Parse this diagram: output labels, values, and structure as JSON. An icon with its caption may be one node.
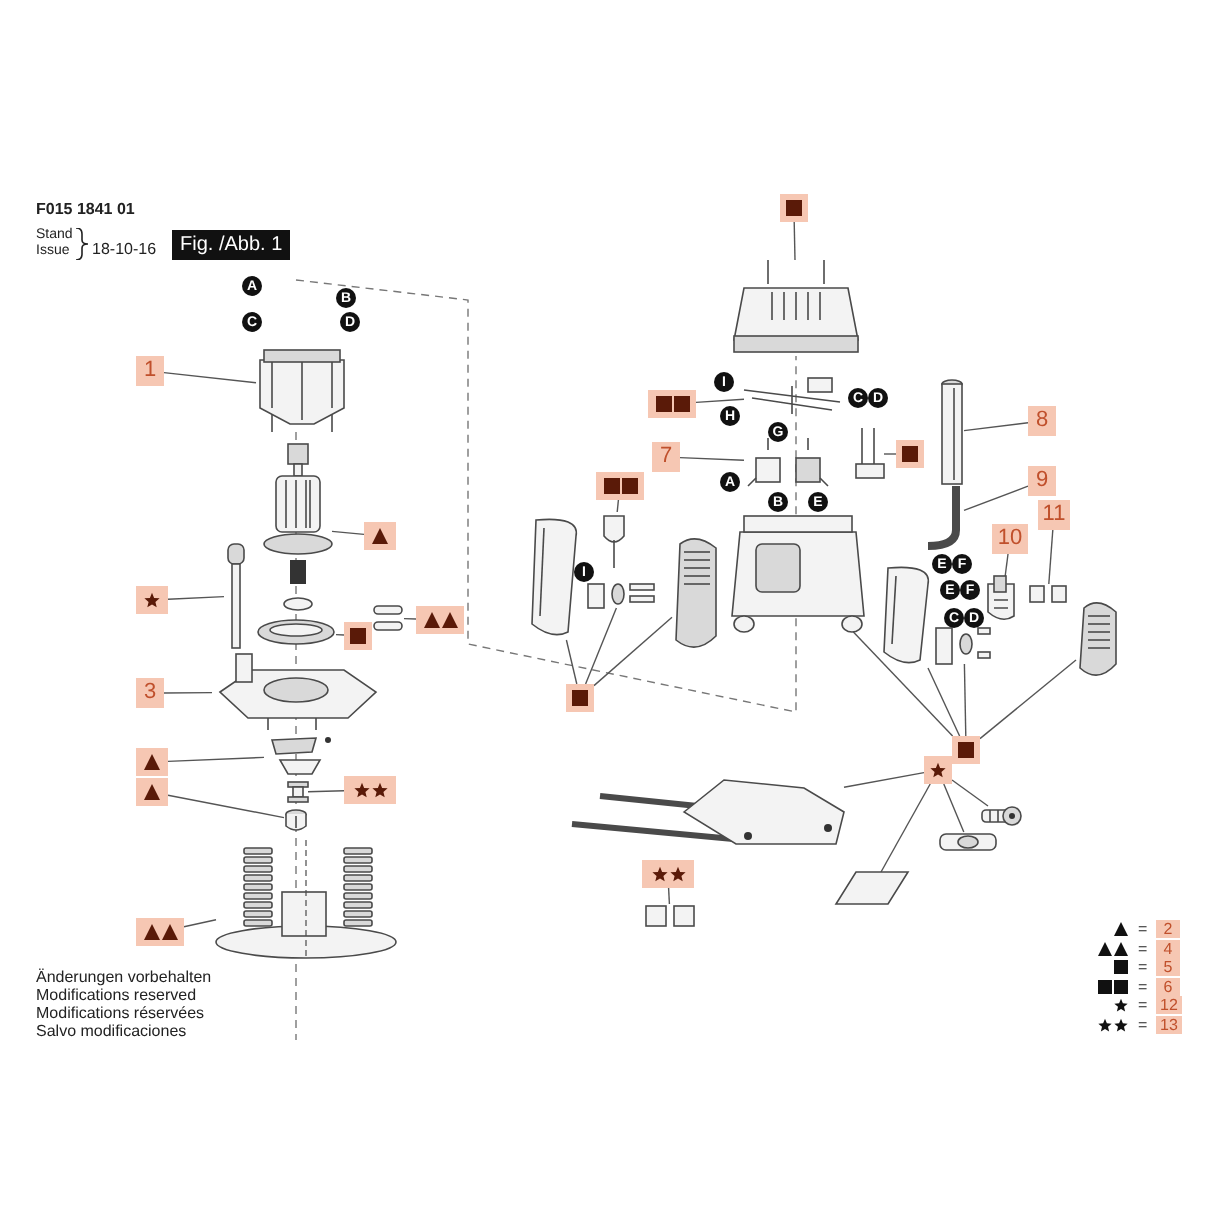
{
  "diagram": {
    "nodes": [
      {
        "text": [
          "1"
        ]
      },
      {
        "text": [],
        "shape": "picture"
      },
      {
        "text": [
          "A"
        ]
      },
      {
        "text": [
          "B"
        ]
      },
      {
        "text": [
          "C"
        ]
      },
      {
        "text": [
          "D"
        ]
      },
      {
        "text": [],
        "shape": "box"
      },
      {
        "text": [],
        "shape": "picture"
      },
      {
        "text": [],
        "shape": "box"
      },
      {
        "text": [],
        "shape": "picture"
      },
      {
        "text": [],
        "shape": "box"
      },
      {
        "text": [],
        "shape": "picture"
      },
      {
        "text": [],
        "shape": "box"
      },
      {
        "text": [],
        "shape": "picture"
      },
      {
        "text": [
          "3"
        ]
      },
      {
        "text": [],
        "shape": "picture"
      },
      {
        "text": [],
        "shape": "box"
      },
      {
        "text": [],
        "shape": "picture"
      },
      {
        "text": [],
        "shape": "box"
      },
      {
        "text": [],
        "shape": "picture"
      },
      {
        "text": [],
        "shape": "box"
      },
      {
        "text": [],
        "shape": "picture"
      },
      {
        "text": [],
        "shape": "box"
      },
      {
        "text": [],
        "shape": "picture"
      },
      {
        "text": [],
        "shape": "box"
      },
      {
        "text": [],
        "shape": "picture"
      },
      {
        "text": [],
        "shape": "box"
      },
      {
        "text": [],
        "shape": "picture"
      },
      {
        "text": [
          "I"
        ]
      },
      {
        "text": [
          "H"
        ]
      },
      {
        "text": [
          "G"
        ]
      },
      {
        "text": [
          "C"
        ]
      },
      {
        "text": [
          "D"
        ]
      },
      {
        "text": [
          "7"
        ]
      },
      {
        "text": [],
        "shape": "picture"
      },
      {
        "text": [
          "A"
        ]
      },
      {
        "text": [
          "B"
        ]
      },
      {
        "text": [
          "E"
        ]
      },
      {
        "text": [],
        "shape": "box"
      },
      {
        "text": [],
        "shape": "picture"
      },
      {
        "text": [
          "8"
        ]
      },
      {
        "text": [],
        "shape": "picture"
      },
      {
        "text": [
          "9"
        ]
      },
      {
        "text": [],
        "shape": "picture"
      },
      {
        "text": [
          "E"
        ]
      },
      {
        "text": [
          "F"
        ]
      },
      {
        "text": [
          "10"
        ]
      },
      {
        "text": [],
        "shape": "picture"
      },
      {
        "text": [
          "E"
        ]
      },
      {
        "text": [
          "F"
        ]
      },
      {
        "text": [
          "C"
        ]
      },
      {
        "text": [
          "D"
        ]
      },
      {
        "text": [
          "11"
        ]
      },
      {
        "text": [],
        "shape": "picture"
      },
      {
        "text": [],
        "shape": "box"
      },
      {
        "text": [],
        "shape": "picture"
      },
      {
        "text": [
          "I"
        ]
      },
      {
        "text": [],
        "shape": "box"
      },
      {
        "text": [],
        "shape": "picture"
      },
      {
        "text": [],
        "shape": "picture"
      },
      {
        "text": [],
        "shape": "picture"
      },
      {
        "text": [],
        "shape": "picture"
      },
      {
        "text": [],
        "shape": "box"
      },
      {
        "text": [],
        "shape": "picture"
      },
      {
        "text": [],
        "shape": "picture"
      },
      {
        "text": [],
        "shape": "picture"
      },
      {
        "text": [],
        "shape": "box"
      },
      {
        "text": [],
        "shape": "picture"
      },
      {
        "text": [],
        "shape": "picture"
      },
      {
        "text": [],
        "shape": "picture"
      },
      {
        "text": [],
        "shape": "picture"
      },
      {
        "text": [],
        "shape": "box"
      },
      {
        "text": [],
        "shape": "picture"
      }
    ],
    "edges": [
      {
        "from": 0,
        "to": 1,
        "arrow": "none"
      },
      {
        "from": 6,
        "to": 7,
        "arrow": "none"
      },
      {
        "from": 8,
        "to": 9,
        "arrow": "none"
      },
      {
        "from": 10,
        "to": 11,
        "arrow": "none"
      },
      {
        "from": 12,
        "to": 13,
        "arrow": "none"
      },
      {
        "from": 14,
        "to": 15,
        "arrow": "none"
      },
      {
        "from": 16,
        "to": 17,
        "arrow": "none"
      },
      {
        "from": 18,
        "to": 19,
        "arrow": "none"
      },
      {
        "from": 20,
        "to": 21,
        "arrow": "none"
      },
      {
        "from": 22,
        "to": 23,
        "arrow": "none"
      },
      {
        "from": 24,
        "to": 25,
        "arrow": "none"
      },
      {
        "from": 26,
        "to": 27,
        "arrow": "none"
      },
      {
        "from": 33,
        "to": 34,
        "arrow": "none"
      },
      {
        "from": 38,
        "to": 39,
        "arrow": "none"
      },
      {
        "from": 40,
        "to": 41,
        "arrow": "none"
      },
      {
        "from": 42,
        "to": 43,
        "arrow": "none"
      },
      {
        "from": 46,
        "to": 47,
        "arrow": "none"
      },
      {
        "from": 52,
        "to": 53,
        "arrow": "none"
      },
      {
        "from": 54,
        "to": 55,
        "arrow": "none"
      },
      {
        "from": 57,
        "to": 58,
        "arrow": "none"
      },
      {
        "from": 57,
        "to": 59,
        "arrow": "none"
      },
      {
        "from": 57,
        "to": 60,
        "arrow": "none"
      },
      {
        "from": 62,
        "to": 61,
        "arrow": "none"
      },
      {
        "from": 62,
        "to": 63,
        "arrow": "none"
      },
      {
        "from": 62,
        "to": 64,
        "arrow": "none"
      },
      {
        "from": 62,
        "to": 65,
        "arrow": "none"
      },
      {
        "from": 66,
        "to": 67,
        "arrow": "none"
      },
      {
        "from": 66,
        "to": 68,
        "arrow": "none"
      },
      {
        "from": 66,
        "to": 69,
        "arrow": "none"
      },
      {
        "from": 66,
        "to": 70,
        "arrow": "none"
      },
      {
        "from": 71,
        "to": 72,
        "arrow": "none"
      }
    ],
    "labels": [
      "F015 1841 01",
      "Stand",
      "Issue",
      "18-10-16",
      "Fig. /Abb. 1",
      "=",
      "=",
      "=",
      "=",
      "=",
      "=",
      "Änderungen vorbehalten",
      "Modifications reserved",
      "Modifications réservées",
      "Salvo modificaciones"
    ],
    "legend": [
      {
        "text": "2"
      },
      {
        "text": "4"
      },
      {
        "text": "5"
      },
      {
        "text": "6"
      },
      {
        "text": "12"
      },
      {
        "text": "13"
      }
    ]
  }
}
